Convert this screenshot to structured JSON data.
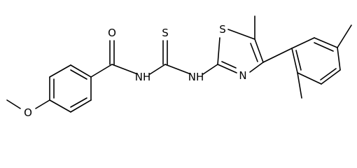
{
  "molecule": {
    "atoms": {
      "O_carbonyl": "O",
      "S_thio": "S",
      "NH_amide": "NH",
      "NH_thiazole": "NH",
      "S_ring": "S",
      "N_ring": "N",
      "O_methoxy": "O"
    }
  }
}
